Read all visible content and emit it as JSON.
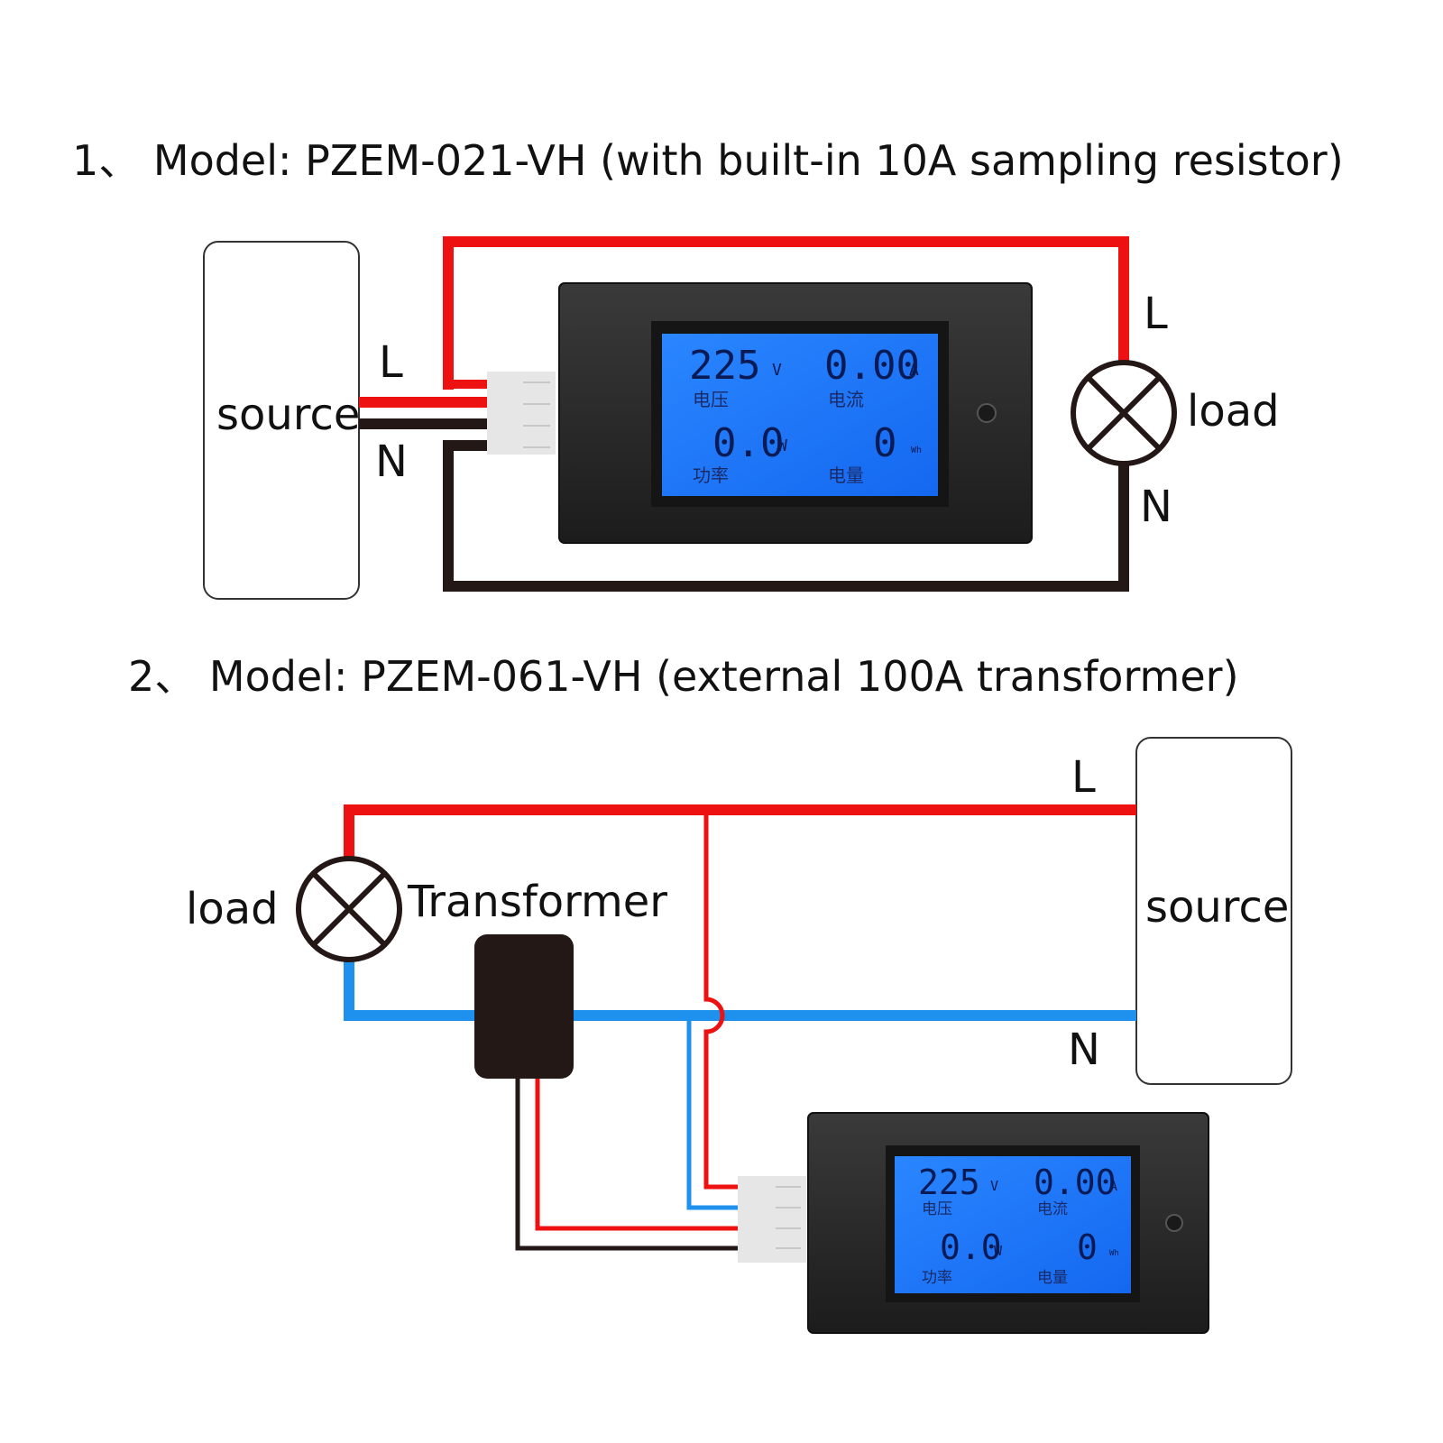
{
  "diagram1": {
    "title": "1、 Model: PZEM-021-VH (with built-in 10A sampling resistor)",
    "source_label": "source",
    "load_label": "load",
    "source_L": "L",
    "source_N": "N",
    "load_L": "L",
    "load_N": "N",
    "meter": {
      "voltage_value": "225",
      "voltage_unit": "V",
      "voltage_label": "电压",
      "current_value": "0.00",
      "current_unit": "A",
      "current_label": "电流",
      "power_value": "0.0",
      "power_unit": "W",
      "power_label": "功率",
      "energy_value": "0",
      "energy_unit": "Wh",
      "energy_label": "电量"
    }
  },
  "diagram2": {
    "title": "2、 Model: PZEM-061-VH (external 100A transformer)",
    "load_label": "load",
    "transformer_label": "Transformer",
    "source_label": "source",
    "L_label": "L",
    "N_label": "N",
    "meter": {
      "voltage_value": "225",
      "voltage_unit": "V",
      "voltage_label": "电压",
      "current_value": "0.00",
      "current_unit": "A",
      "current_label": "电流",
      "power_value": "0.0",
      "power_unit": "W",
      "power_label": "功率",
      "energy_value": "0",
      "energy_unit": "Wh",
      "energy_label": "电量"
    }
  },
  "colors": {
    "live_wire": "#ee1111",
    "neutral_wire_1": "#231815",
    "neutral_wire_2": "#1e90ee",
    "lcd_bg": "#1a78ff",
    "meter_body": "#2a2a2a"
  }
}
